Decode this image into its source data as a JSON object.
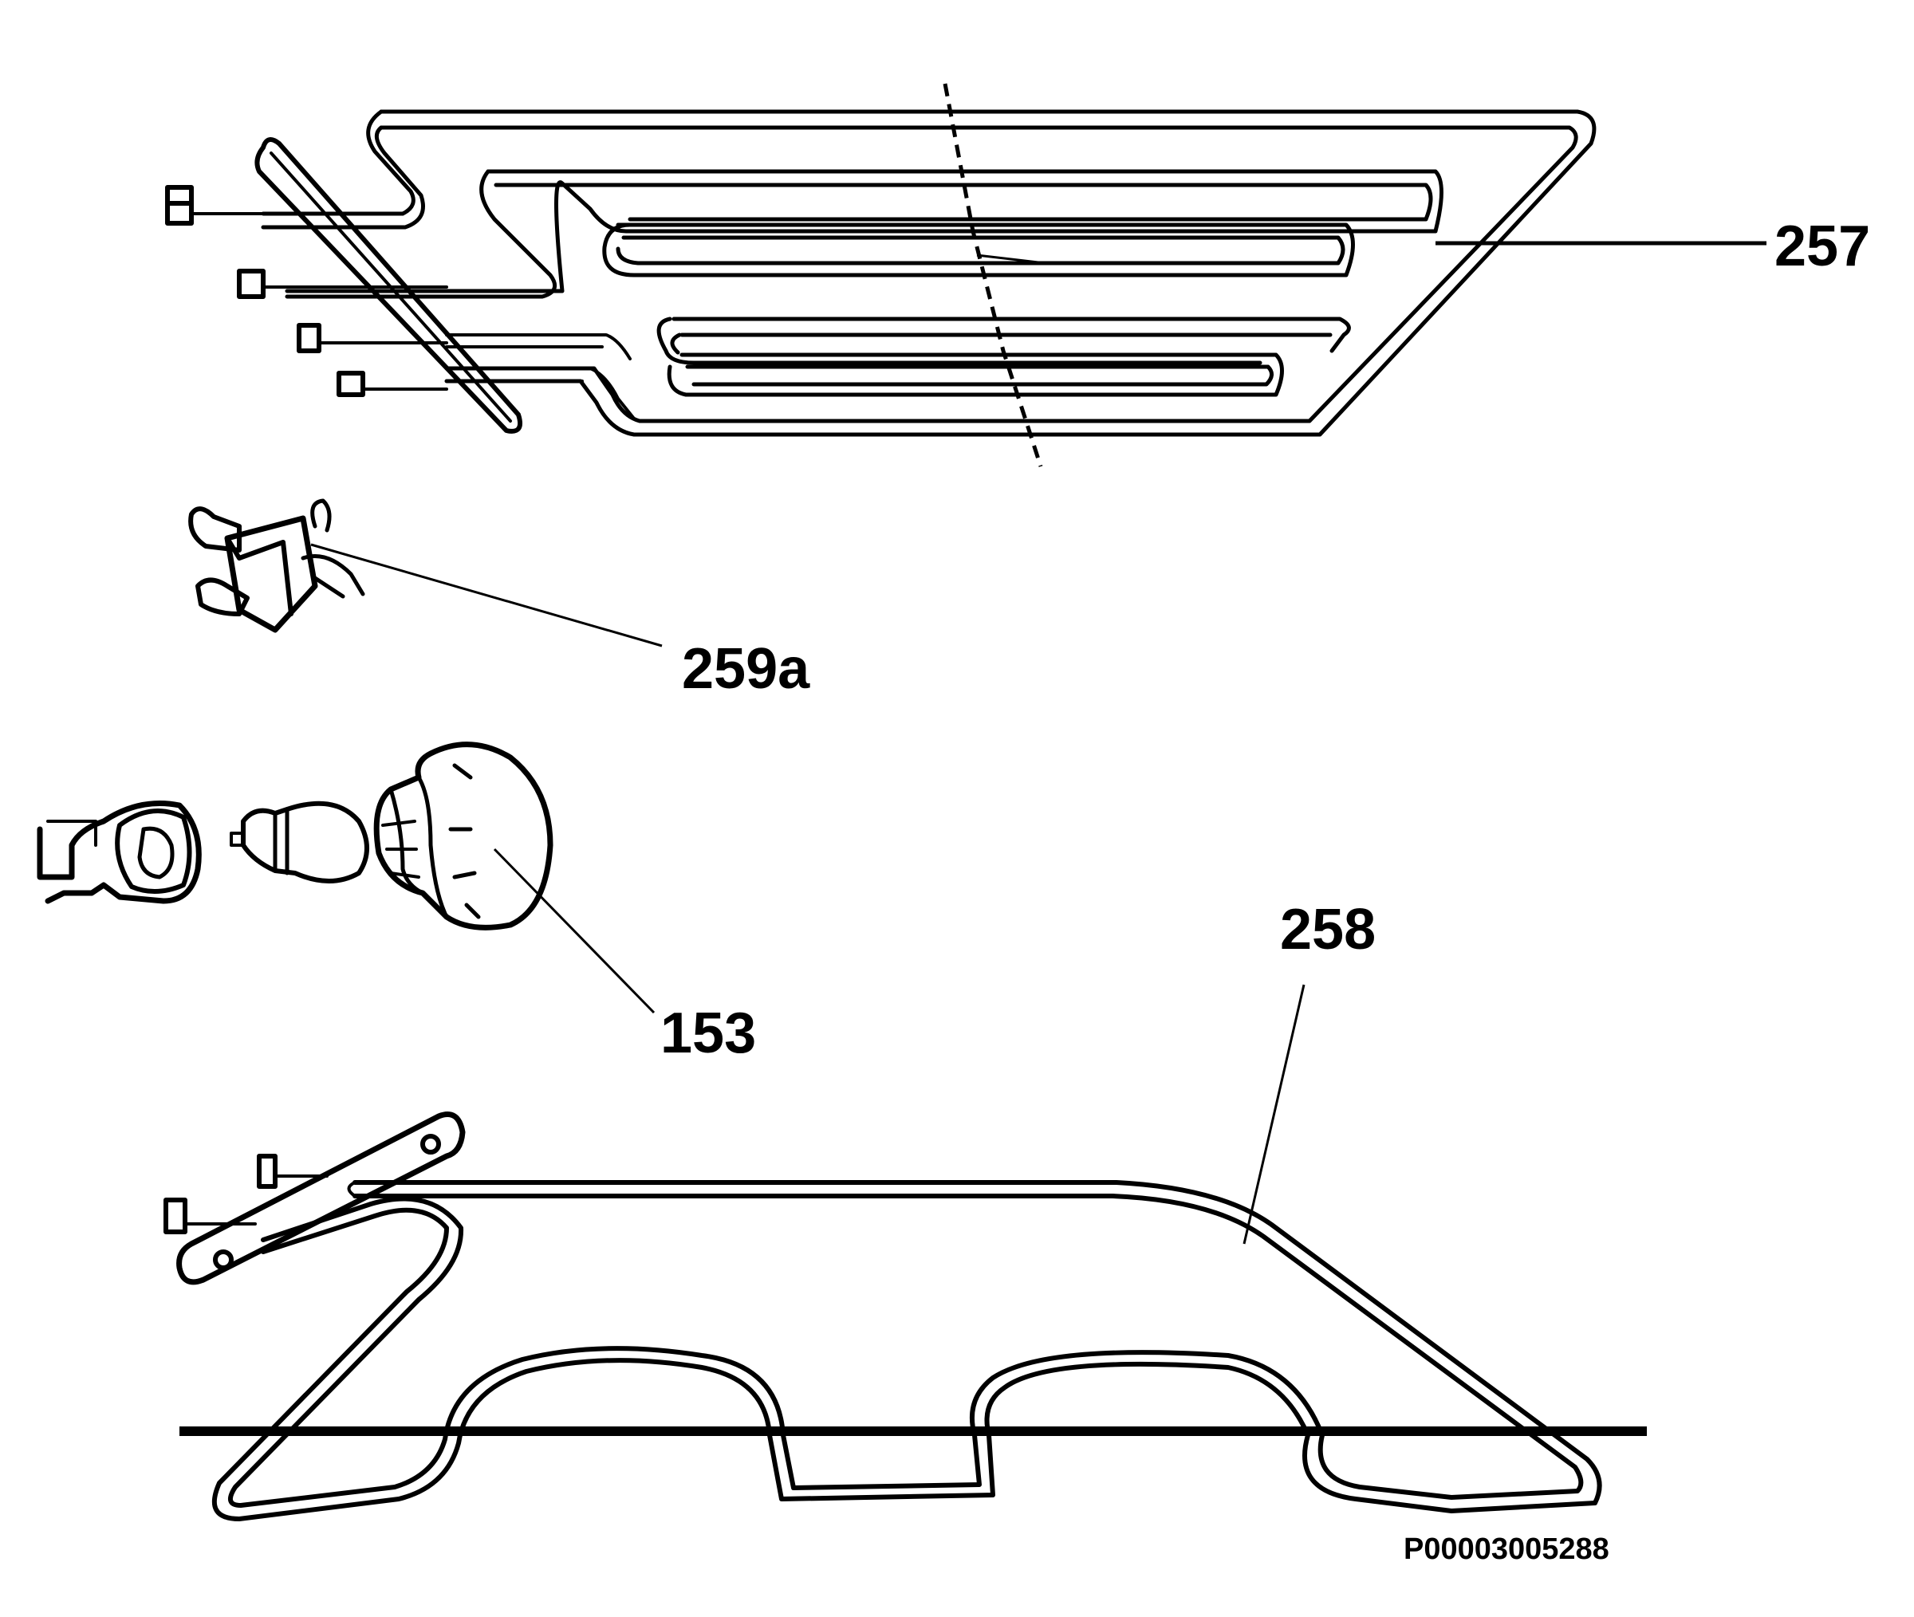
{
  "diagram": {
    "parts": [
      {
        "id": "257",
        "label": "257",
        "name": "top-grill-heating-element"
      },
      {
        "id": "259a",
        "label": "259a",
        "name": "terminal-connector"
      },
      {
        "id": "153",
        "label": "153",
        "name": "oven-lamp-assembly"
      },
      {
        "id": "258",
        "label": "258",
        "name": "bottom-heating-element"
      }
    ],
    "drawing_code": "P00003005288",
    "colors": {
      "line": "#000000",
      "background": "#ffffff"
    }
  }
}
